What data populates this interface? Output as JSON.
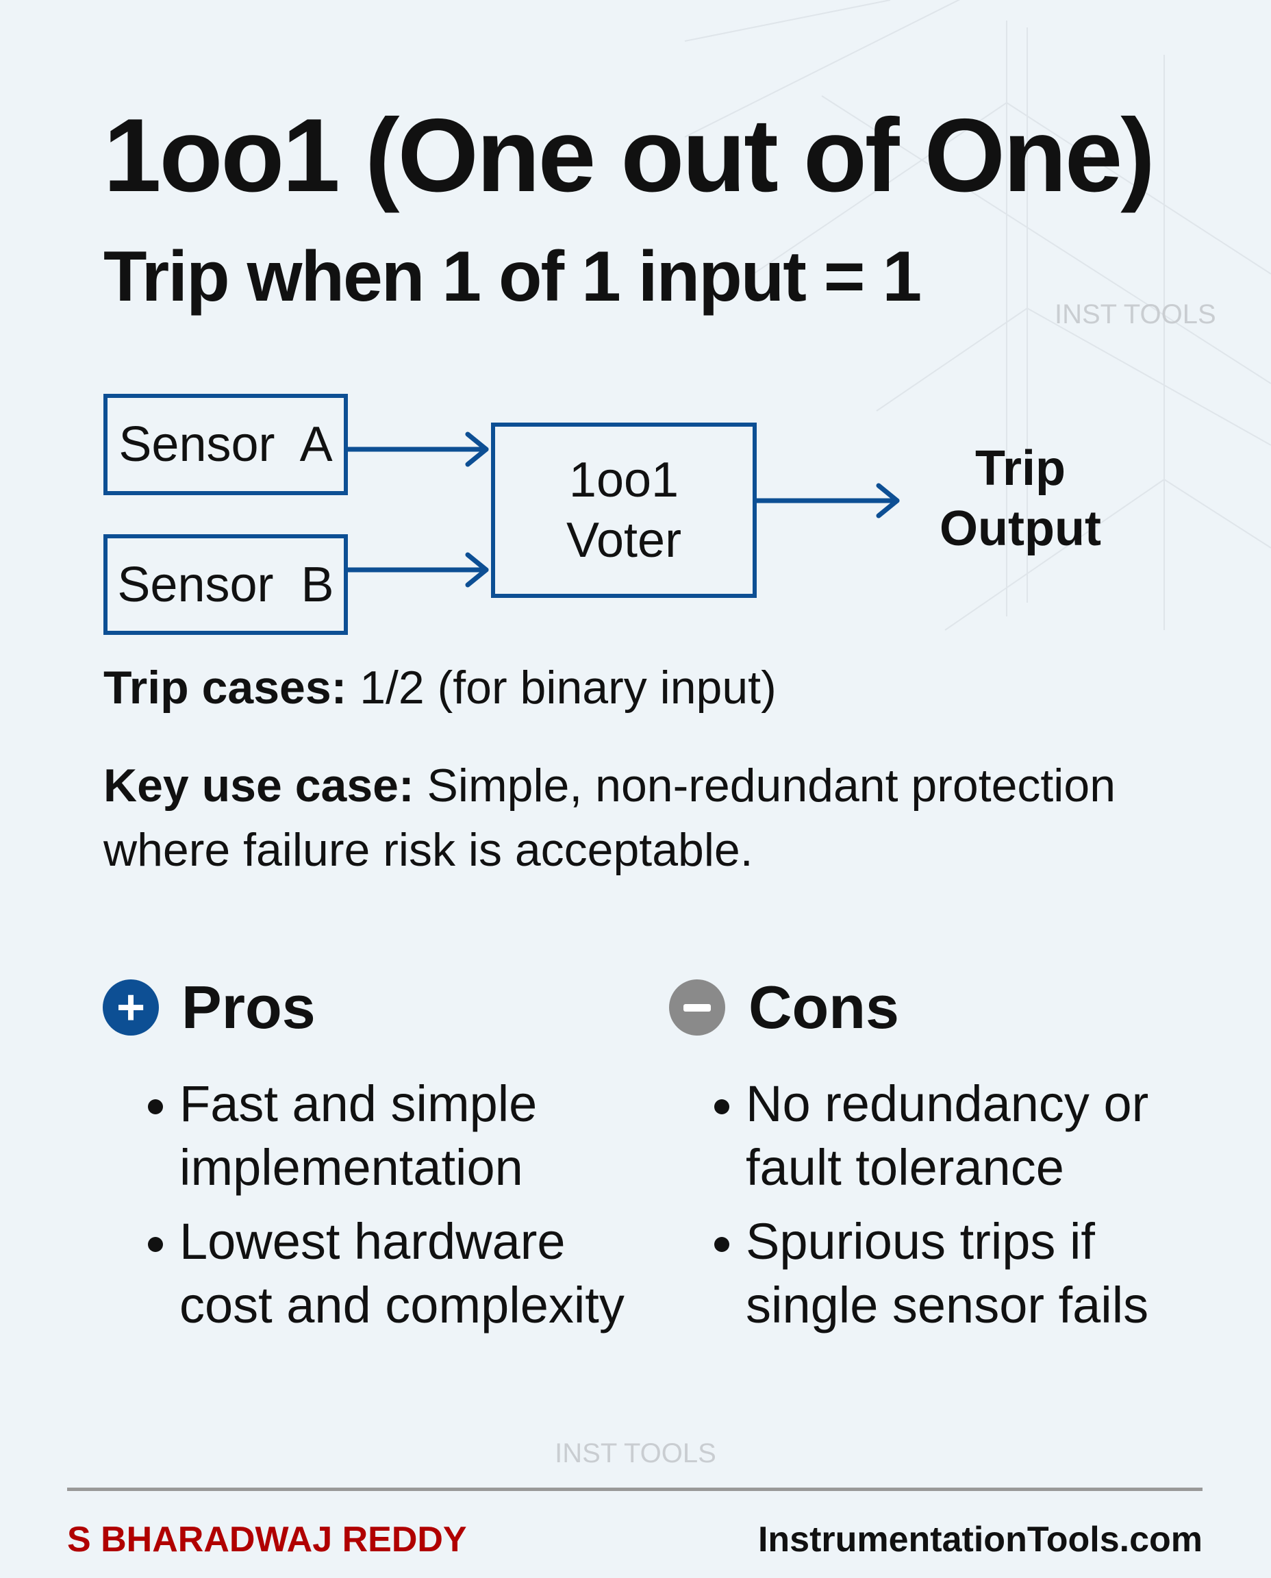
{
  "title": "1oo1 (One out of One)",
  "subtitle": "Trip when 1 of 1 input = 1",
  "watermark": "INST TOOLS",
  "diagram": {
    "sensor_a": "Sensor  A",
    "sensor_b": "Sensor  B",
    "voter_line1": "1oo1",
    "voter_line2": "Voter",
    "output_line1": "Trip",
    "output_line2": "Output"
  },
  "trip_cases": {
    "label": "Trip cases:",
    "text": " 1/2 (for binary input)"
  },
  "key_use": {
    "label": "Key use case:",
    "text": " Simple, non-redundant protection",
    "text2": "where failure risk is acceptable."
  },
  "pros": {
    "icon": "plus-circle-icon",
    "heading": "Pros",
    "items": [
      "Fast and simple implementation",
      "Lowest hardware cost and complexity"
    ]
  },
  "cons": {
    "icon": "minus-circle-icon",
    "heading": "Cons",
    "items": [
      "No redundancy or fault tolerance",
      "Spurious trips if single sensor fails"
    ]
  },
  "footer": {
    "author": "S BHARADWAJ REDDY",
    "site": "InstrumentationTools.com"
  },
  "colors": {
    "accent": "#0d4f94",
    "author": "#b00000",
    "cons_icon": "#8a8a8a",
    "background": "#eef4f8"
  }
}
